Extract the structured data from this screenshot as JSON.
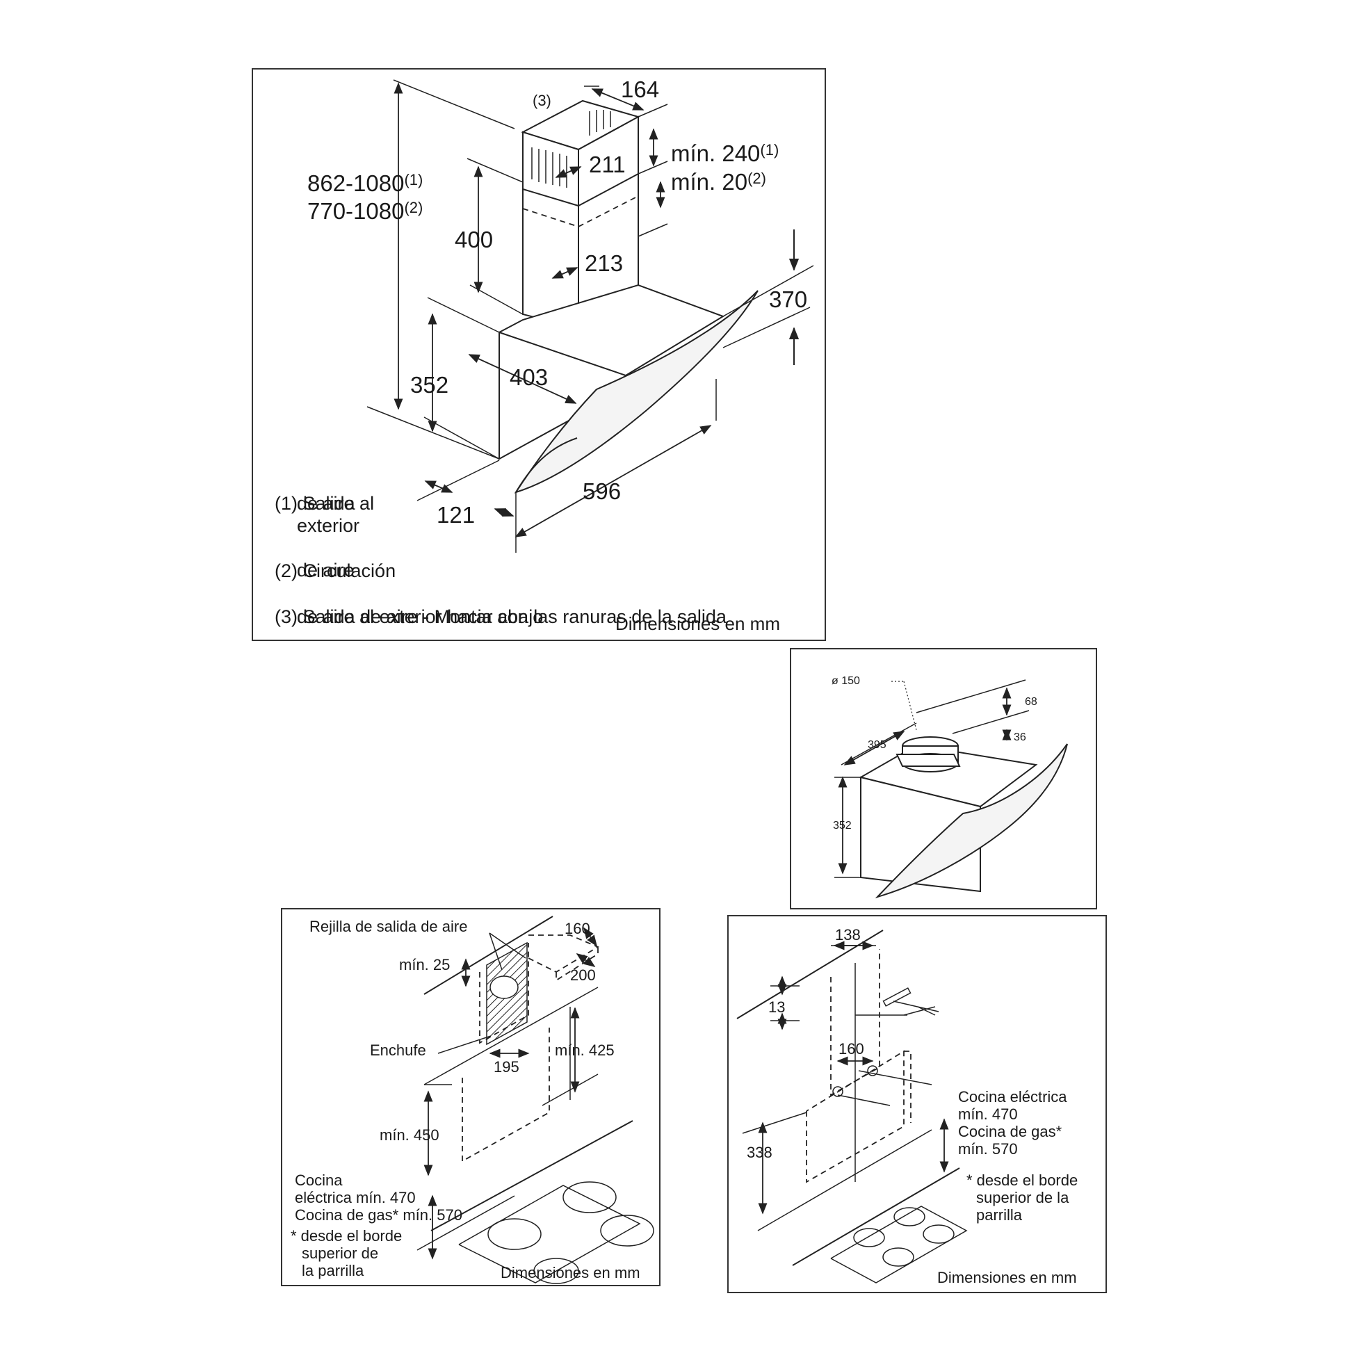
{
  "panel_main": {
    "ref3": "(3)",
    "d164": "164",
    "d211": "211",
    "d213": "213",
    "d400": "400",
    "d370": "370",
    "d403": "403",
    "d352": "352",
    "d596": "596",
    "d121": "121",
    "min240": "mín. 240",
    "min240_sup": "(1)",
    "min20": "mín. 20",
    "min20_sup": "(2)",
    "h1": "862-1080",
    "h1_sup": "(1)",
    "h2": "770-1080",
    "h2_sup": "(2)",
    "legend": [
      {
        "num": "(1)",
        "lines": [
          "Salida",
          "de aire al",
          "exterior"
        ]
      },
      {
        "num": "(2)",
        "lines": [
          "Circulación",
          "de aire"
        ]
      },
      {
        "num": "(3)",
        "lines": [
          "Salida de aire - Montar con las ranuras de la salida",
          "de aire al exterior hacia abajo"
        ]
      }
    ],
    "units": "Dimensiones en mm"
  },
  "panel_box": {
    "diam": "ø 150",
    "d68": "68",
    "d36": "36",
    "d395": "395",
    "d352": "352"
  },
  "panel_wall": {
    "rejilla": "Rejilla de salida de aire",
    "d160": "160",
    "d200": "200",
    "min25": "mín. 25",
    "enchufe": "Enchufe",
    "min425": "mín. 425",
    "d195": "195",
    "min450": "mín. 450",
    "notes": [
      "Cocina",
      "eléctrica mín. 470",
      "Cocina de gas* mín. 570",
      "* desde el borde",
      "superior de",
      "la parrilla"
    ],
    "units": "Dimensiones en mm"
  },
  "panel_mount": {
    "d138": "138",
    "d13": "13",
    "d160": "160",
    "d338": "338",
    "notes": [
      "Cocina eléctrica",
      "mín. 470",
      "Cocina de gas*",
      "mín. 570",
      "* desde el borde",
      "superior de la",
      "parrilla"
    ],
    "units": "Dimensiones en mm"
  }
}
